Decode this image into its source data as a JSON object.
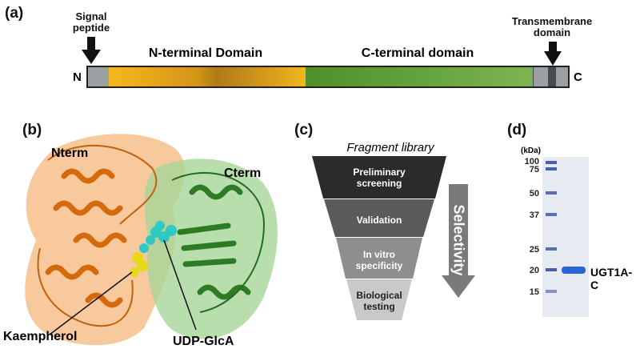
{
  "panel_a": {
    "label": "(a)",
    "signal_peptide": "Signal\npeptide",
    "n_domain": "N-terminal Domain",
    "c_domain": "C-terminal domain",
    "transmembrane": "Transmembrane\ndomain",
    "n_end": "N",
    "c_end": "C",
    "colors": {
      "signal": "#9aa0a3",
      "n_domain": "#e3a21a",
      "c_domain": "#5a9a35",
      "tm": "#4a4a4a"
    }
  },
  "panel_b": {
    "label": "(b)",
    "nterm": "Nterm",
    "cterm": "Cterm",
    "kaempherol": "Kaempherol",
    "udp": "UDP-GlcA"
  },
  "panel_c": {
    "label": "(c)",
    "title": "Fragment library",
    "steps": [
      "Preliminary\nscreening",
      "Validation",
      "In vitro\nspecificity",
      "Biological\ntesting"
    ],
    "arrow_label": "Selectivity"
  },
  "panel_d": {
    "label": "(d)",
    "unit": "(kDa)",
    "markers": [
      "100",
      "75",
      "50",
      "37",
      "25",
      "20",
      "15"
    ],
    "band": "UGT1A-C"
  }
}
